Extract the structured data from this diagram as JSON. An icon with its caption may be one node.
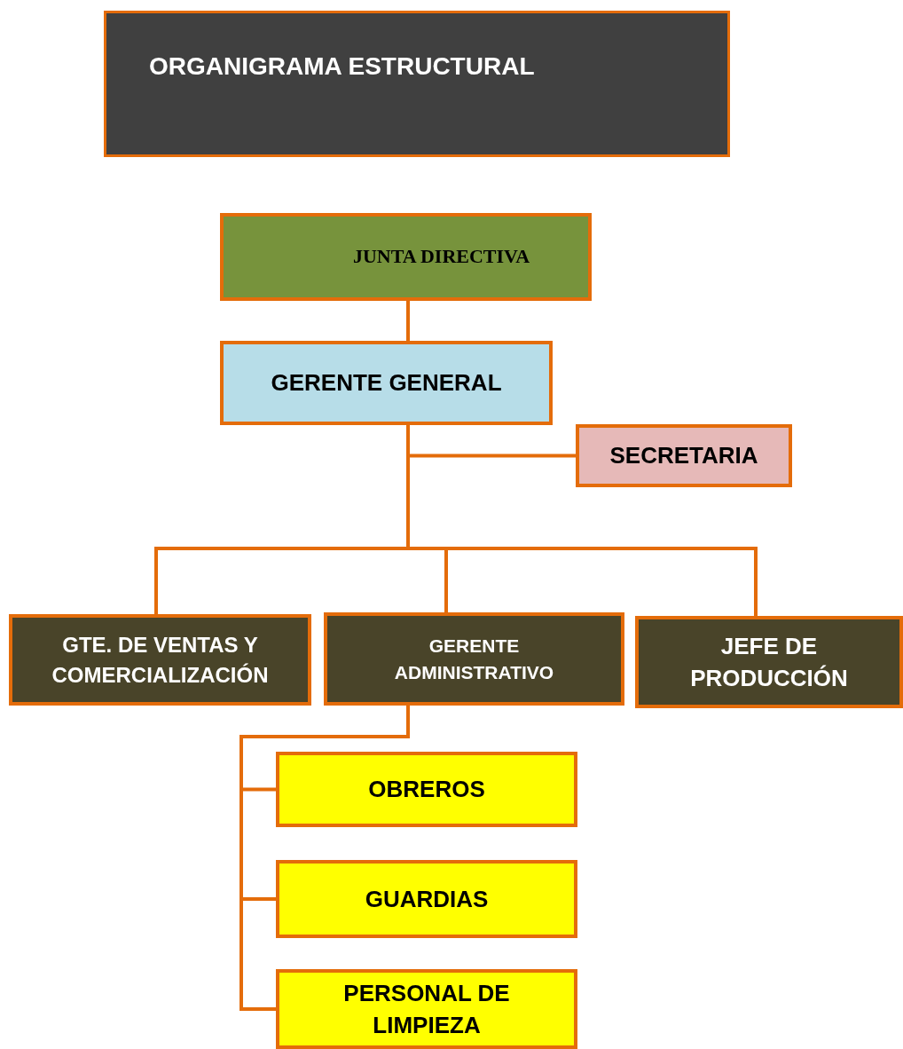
{
  "diagram": {
    "title": "ORGANIGRAMA ESTRUCTURAL",
    "nodes": [
      {
        "text": [
          "JUNTA DIRECTIVA"
        ]
      },
      {
        "text": [
          "GERENTE GENERAL"
        ]
      },
      {
        "text": [
          "SECRETARIA"
        ]
      },
      {
        "text": [
          "GTE. DE VENTAS Y COMERCIALIZACIÓN"
        ]
      },
      {
        "text": [
          "GERENTE ADMINISTRATIVO"
        ]
      },
      {
        "text": [
          "JEFE DE PRODUCCIÓN"
        ]
      },
      {
        "text": [
          "OBREROS"
        ]
      },
      {
        "text": [
          "GUARDIAS"
        ]
      },
      {
        "text": [
          "PERSONAL DE LIMPIEZA"
        ]
      }
    ],
    "edges": [
      {
        "from": 0,
        "to": 1,
        "arrow": "none"
      },
      {
        "from": 1,
        "to": 2,
        "arrow": "none"
      },
      {
        "from": 1,
        "to": 3,
        "arrow": "none"
      },
      {
        "from": 1,
        "to": 4,
        "arrow": "none"
      },
      {
        "from": 1,
        "to": 5,
        "arrow": "none"
      },
      {
        "from": 4,
        "to": 6,
        "arrow": "none"
      },
      {
        "from": 4,
        "to": 7,
        "arrow": "none"
      },
      {
        "from": 4,
        "to": 8,
        "arrow": "none"
      }
    ]
  }
}
